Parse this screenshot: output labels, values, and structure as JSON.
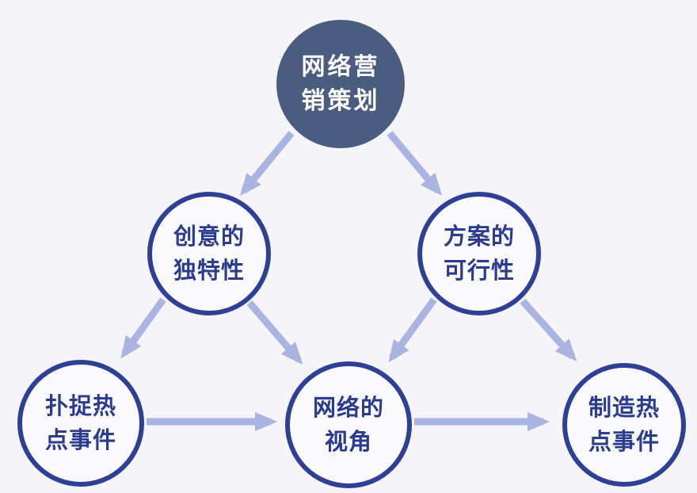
{
  "colors": {
    "background": "#f5f5f9",
    "top_node_fill": "#4a5c80",
    "top_node_text": "#ffffff",
    "node_border": "#2e3f96",
    "node_text": "#2b3c90",
    "arrow": "#a9b4e1"
  },
  "diagram": {
    "nodes": {
      "top": {
        "label": "网络营销策划",
        "line1": "网络营",
        "line2": "销策划"
      },
      "left": {
        "label": "创意的独特性",
        "line1": "创意的",
        "line2": "独特性"
      },
      "right": {
        "label": "方案的可行性",
        "line1": "方案的",
        "line2": "可行性"
      },
      "bottom_left": {
        "label": "扑捉热点事件",
        "line1": "扑捉热",
        "line2": "点事件"
      },
      "bottom_center": {
        "label": "网络的视角",
        "line1": "网络的",
        "line2": "视角"
      },
      "bottom_right": {
        "label": "制造热点事件",
        "line1": "制造热",
        "line2": "点事件"
      }
    },
    "edges": [
      {
        "from": "网络营销策划",
        "to": "创意的独特性"
      },
      {
        "from": "网络营销策划",
        "to": "方案的可行性"
      },
      {
        "from": "创意的独特性",
        "to": "扑捉热点事件"
      },
      {
        "from": "创意的独特性",
        "to": "网络的视角"
      },
      {
        "from": "方案的可行性",
        "to": "网络的视角"
      },
      {
        "from": "方案的可行性",
        "to": "制造热点事件"
      },
      {
        "from": "扑捉热点事件",
        "to": "网络的视角"
      },
      {
        "from": "网络的视角",
        "to": "制造热点事件"
      }
    ]
  }
}
